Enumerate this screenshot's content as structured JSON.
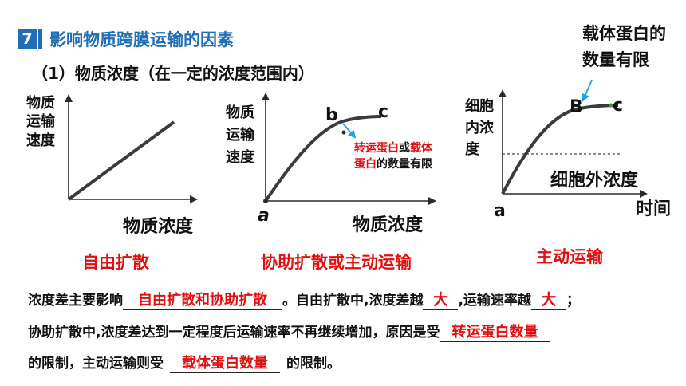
{
  "header": {
    "badge": "7",
    "title": "影响物质跨膜运输的因素",
    "subtitle": "（1）物质浓度（在一定的浓度范围内）"
  },
  "graph1": {
    "ylabel": [
      "物质",
      "运输",
      "速度"
    ],
    "xlabel": "物质浓度",
    "caption": "自由扩散"
  },
  "graph2": {
    "ylabel": [
      "物质",
      "运输",
      "速度"
    ],
    "xlabel": "物质浓度",
    "point_a": "a",
    "point_b": "b",
    "point_c": "c",
    "annotation": {
      "line1_red1": "转运蛋白",
      "line1_mid": "或",
      "line1_red2": "载体",
      "line2_red": "蛋白",
      "line2_rest": "的数量有限"
    },
    "caption": "协助扩散或主动运输"
  },
  "graph3": {
    "ylabel": [
      "细胞",
      "内浓",
      "度"
    ],
    "xlabel": "时间",
    "outside_label": "细胞外浓度",
    "point_a": "a",
    "point_b": "B",
    "point_c": "c",
    "annotation": [
      "载体蛋白的",
      "数量有限"
    ],
    "caption": "主动运输"
  },
  "text": {
    "line1_prefix": "浓度差主要影响",
    "line1_blank1": "自由扩散和协助扩散",
    "line1_mid1": "。自由扩散中,浓度差越",
    "line1_blank2": "大",
    "line1_mid2": ",运输速率越",
    "line1_blank3": "大",
    "line1_end": "；",
    "line2_prefix": "协助扩散中,浓度差达到一定程度后运输速率不再继续增加，原因是受",
    "line2_blank": "转运蛋白数量",
    "line3_prefix": "的限制，主动运输则受",
    "line3_blank": "载体蛋白数量",
    "line3_end": "的限制。"
  },
  "colors": {
    "accent": "#1f6fb6",
    "answer": "#e01010",
    "line": "#2a2a2a",
    "arrow": "#1aa3e8"
  }
}
